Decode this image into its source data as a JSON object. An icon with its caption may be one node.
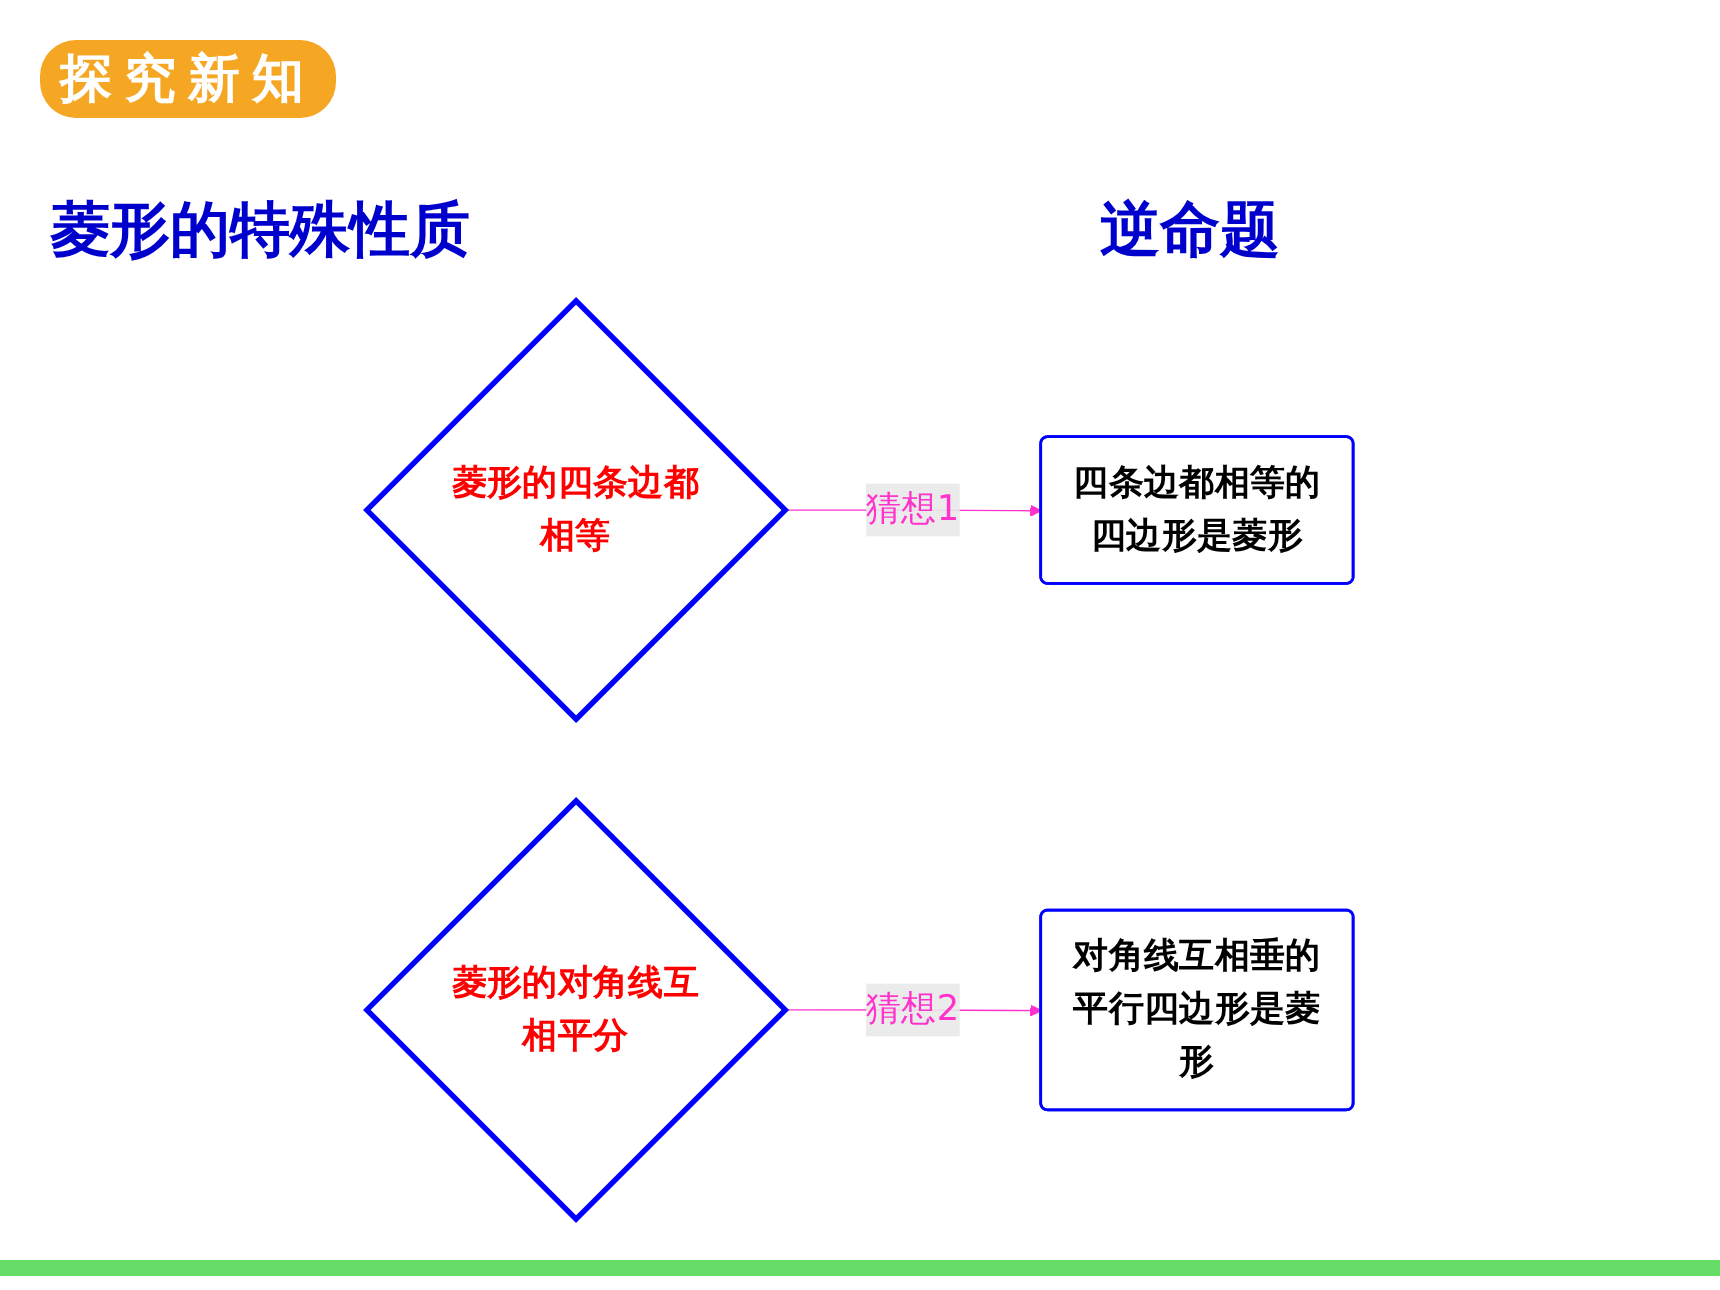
{
  "diagram": {
    "nodes": [
      {
        "text": [
          "菱形的四条边都相等"
        ]
      },
      {
        "text": [
          "四条边都相等的四边形是菱形"
        ]
      },
      {
        "text": [
          "菱形的对角线互相平分"
        ]
      },
      {
        "text": [
          "对角线互相垂的平行四边形是菱形"
        ]
      }
    ],
    "edges": [
      {
        "from": 0,
        "to": 1,
        "arrow": "to",
        "label": "猜想1",
        "color": "#ff33cc"
      },
      {
        "from": 2,
        "to": 3,
        "arrow": "to",
        "label": "猜想2",
        "color": "#ff33cc"
      }
    ],
    "labels": [
      "探究新知",
      "菱形的特殊性质",
      "逆命题"
    ]
  }
}
